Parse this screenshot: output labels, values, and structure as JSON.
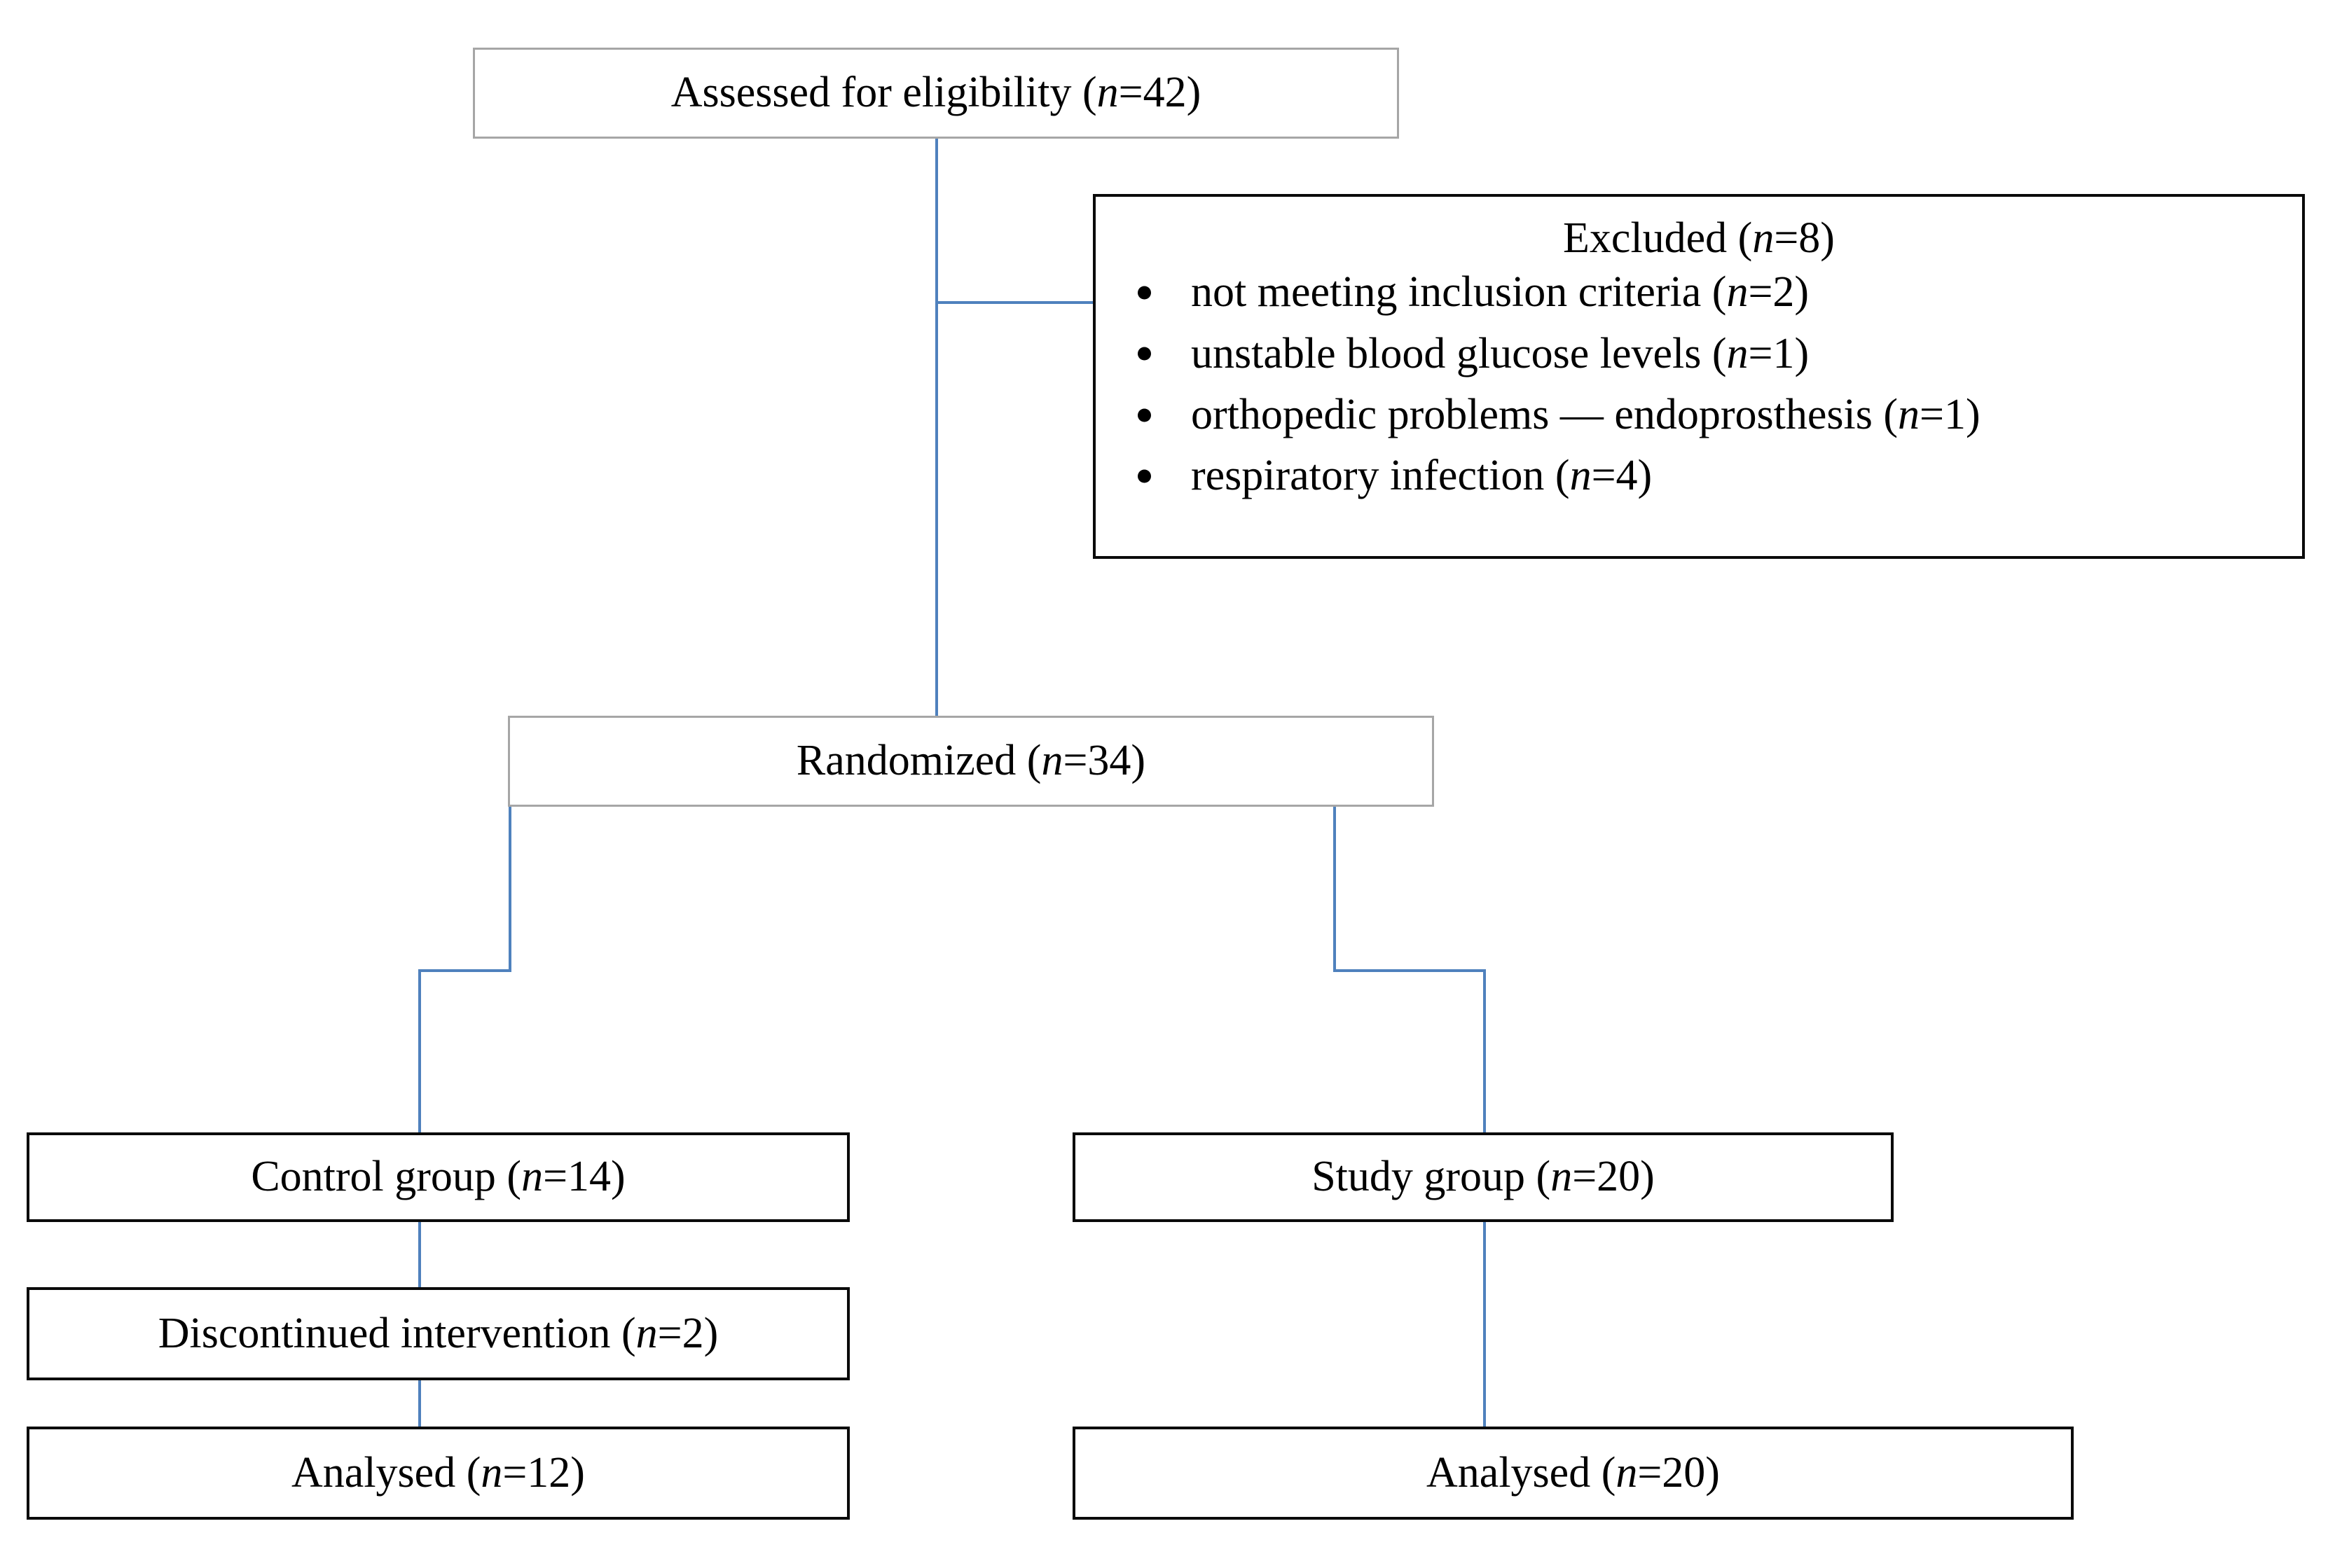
{
  "diagram": {
    "title": "CONSORT participant flow diagram",
    "line_color": "#4f81bd",
    "gray_border_color": "#a6a6a6",
    "black_border_color": "#0a0a0a"
  },
  "nodes": {
    "assessed": {
      "label": "Assessed for eligibility (n=42)",
      "prefix": "Assessed for eligibility (",
      "n_symbol": "n",
      "suffix": "=42)"
    },
    "excluded": {
      "heading_prefix": "Excluded (",
      "heading_n": "n",
      "heading_suffix": "=8)",
      "heading_label": "Excluded (n=8)",
      "items": [
        {
          "text": "not meeting inclusion criteria (",
          "n_symbol": "n",
          "tail": "=2)",
          "label": "not meeting inclusion criteria (n=2)"
        },
        {
          "text": "unstable blood glucose levels (",
          "n_symbol": "n",
          "tail": "=1)",
          "label": "unstable blood glucose levels (n=1)"
        },
        {
          "text": "orthopedic problems — endoprosthesis (",
          "n_symbol": "n",
          "tail": "=1)",
          "label": "orthopedic problems — endoprosthesis (n=1)"
        },
        {
          "text": "respiratory infection (",
          "n_symbol": "n",
          "tail": "=4)",
          "label": "respiratory infection (n=4)"
        }
      ]
    },
    "randomized": {
      "label": "Randomized (n=34)",
      "prefix": "Randomized (",
      "n_symbol": "n",
      "suffix": "=34)"
    },
    "control_group": {
      "label": "Control group (n=14)",
      "prefix": "Control group (",
      "n_symbol": "n",
      "suffix": "=14)"
    },
    "study_group": {
      "label": "Study group (n=20)",
      "prefix": "Study group (",
      "n_symbol": "n",
      "suffix": "=20)"
    },
    "discontinued": {
      "label": "Discontinued intervention (n=2)",
      "prefix": "Discontinued intervention (",
      "n_symbol": "n",
      "suffix": "=2)"
    },
    "analysed_control": {
      "label": "Analysed (n=12)",
      "prefix": "Analysed (",
      "n_symbol": "n",
      "suffix": "=12)"
    },
    "analysed_study": {
      "label": "Analysed (n=20)",
      "prefix": "Analysed (",
      "n_symbol": "n",
      "suffix": "=20)"
    }
  }
}
